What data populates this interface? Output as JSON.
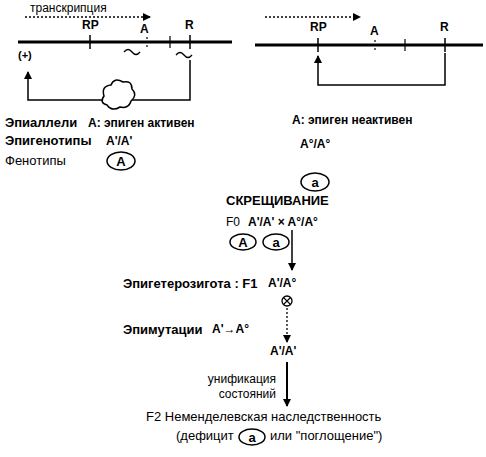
{
  "diagram": {
    "nodes": [
      {
        "text": [
          "A"
        ]
      },
      {
        "text": [
          "a"
        ]
      },
      {
        "text": [
          "A"
        ]
      },
      {
        "text": [
          "a"
        ]
      },
      {
        "text": [
          "a"
        ]
      }
    ],
    "labels": [
      "транскрипция",
      "RP",
      "A",
      "R",
      "(+)",
      "RP",
      "A",
      "R",
      "Эпиаллели",
      "A: эпиген активен",
      "A: эпиген неактивен",
      "Эпигенотипы",
      "A'/A'",
      "A°/A°",
      "Фенотипы",
      "СКРЕЩИВАНИЕ",
      "F0",
      "A'/A' × A°/A°",
      "Эпигетерозигота : F1",
      "A'/A°",
      "Эпимутации",
      "A'→A°",
      "A'/A'",
      "унификация состояний",
      "F2 Неменделевская наследственность",
      "(дефицит",
      "или \"поглощение\")"
    ]
  }
}
